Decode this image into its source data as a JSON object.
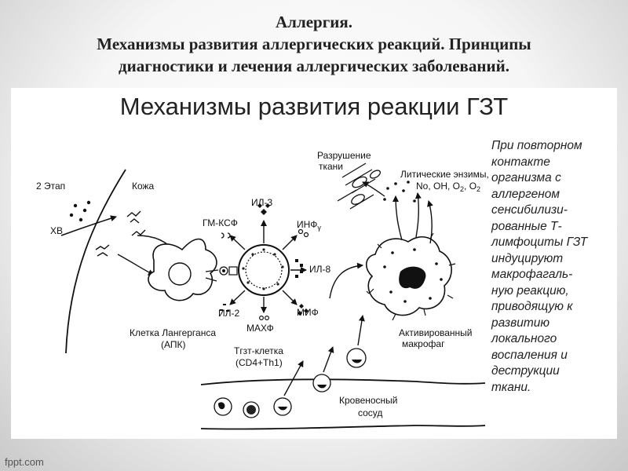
{
  "header": {
    "line1": "Аллергия.",
    "line2": "Механизмы  развития аллергических реакций. Принципы",
    "line3": "диагностики и лечения аллергических заболеваний."
  },
  "figure": {
    "title": "Механизмы развития  реакции ГЗТ",
    "labels": {
      "stage": "2 Этап",
      "xb": "ХВ",
      "skin": "Кожа",
      "il3": "ИЛ-3",
      "gmcsf": "ГМ-КСФ",
      "inf": "ИНФ",
      "inf_sub": "γ",
      "il8": "ИЛ-8",
      "il2": "ИЛ-2",
      "mif": "МИФ",
      "maxf": "МАХФ",
      "langerhans_1": "Клетка Лангерганса",
      "langerhans_2": "(АПК)",
      "tcell_1": "Тгзт-клетка",
      "tcell_2": "(CD4+Th1)",
      "tissue_1": "Разрушение",
      "tissue_2": "ткани",
      "enzymes_1": "Литические энзимы,",
      "enzymes_2": "No, OH, O",
      "enzymes_o2": "O",
      "enzymes_sub": "2",
      "macrophage_1": "Активированный",
      "macrophage_2": "макрофаг",
      "vessel_1": "Кровеносный",
      "vessel_2": "сосуд"
    }
  },
  "note": "При повторном\nконтакте\nорганизма с\nаллергеном\nсенсибилизи-\nрованные Т-\nлимфоциты ГЗТ\nиндуцируют\nмакрофагаль-\nную реакцию,\nприводящую к\nразвитию\nлокального\nвоспаления и\nдеструкции\nткани.",
  "watermark": "fppt.com"
}
